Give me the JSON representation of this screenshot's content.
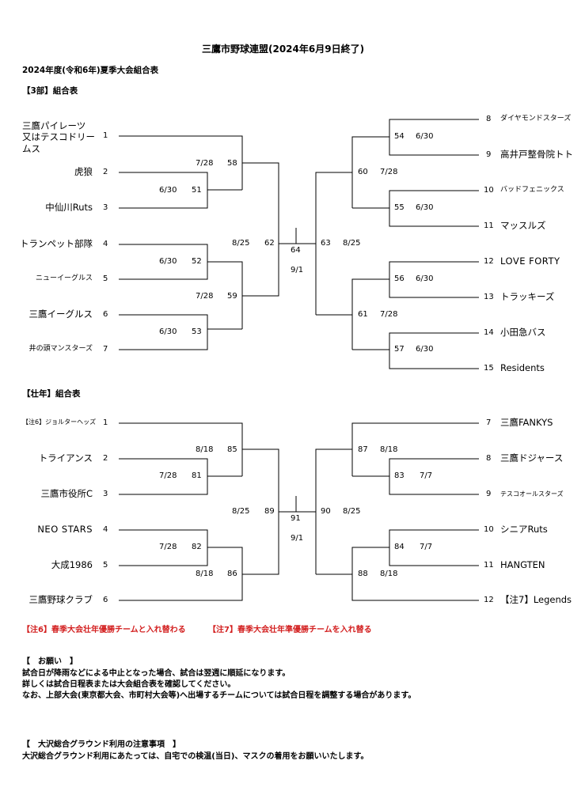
{
  "header": {
    "title": "三鷹市野球連盟(2024年6月9日終了)",
    "subtitle": "2024年度(令和6年)夏季大会組合表"
  },
  "div3": {
    "label": "【3部】組合表",
    "teams": [
      {
        "no": "1",
        "name": "三鷹パイレーツ\n又はテスコドリー\nムス"
      },
      {
        "no": "2",
        "name": "虎狼"
      },
      {
        "no": "3",
        "name": "中仙川Ruts"
      },
      {
        "no": "4",
        "name": "トランペット部隊"
      },
      {
        "no": "5",
        "name": "ニューイーグルス"
      },
      {
        "no": "6",
        "name": "三鷹イーグルス"
      },
      {
        "no": "7",
        "name": "井の頭マンスターズ"
      },
      {
        "no": "8",
        "name": "ダイヤモンドスターズ"
      },
      {
        "no": "9",
        "name": "高井戸整骨院トト"
      },
      {
        "no": "10",
        "name": "バッドフェニックス"
      },
      {
        "no": "11",
        "name": "マッスルズ"
      },
      {
        "no": "12",
        "name": "LOVE FORTY"
      },
      {
        "no": "13",
        "name": "トラッキーズ"
      },
      {
        "no": "14",
        "name": "小田急バス"
      },
      {
        "no": "15",
        "name": "Residents"
      }
    ],
    "games": [
      {
        "no": "51",
        "date": "6/30"
      },
      {
        "no": "52",
        "date": "6/30"
      },
      {
        "no": "53",
        "date": "6/30"
      },
      {
        "no": "58",
        "date": "7/28"
      },
      {
        "no": "59",
        "date": "7/28"
      },
      {
        "no": "62",
        "date": "8/25"
      },
      {
        "no": "54",
        "date": "6/30"
      },
      {
        "no": "55",
        "date": "6/30"
      },
      {
        "no": "56",
        "date": "6/30"
      },
      {
        "no": "57",
        "date": "6/30"
      },
      {
        "no": "60",
        "date": "7/28"
      },
      {
        "no": "61",
        "date": "7/28"
      },
      {
        "no": "63",
        "date": "8/25"
      },
      {
        "no": "64",
        "date": "9/1"
      }
    ]
  },
  "senior": {
    "label": "【壮年】組合表",
    "teams": [
      {
        "no": "1",
        "name": "【注6】ジョルターヘッズ"
      },
      {
        "no": "2",
        "name": "トライアンス"
      },
      {
        "no": "3",
        "name": "三鷹市役所C"
      },
      {
        "no": "4",
        "name": "NEO STARS"
      },
      {
        "no": "5",
        "name": "大成1986"
      },
      {
        "no": "6",
        "name": "三鷹野球クラブ"
      },
      {
        "no": "7",
        "name": "三鷹FANKYS"
      },
      {
        "no": "8",
        "name": "三鷹ドジャース"
      },
      {
        "no": "9",
        "name": "テスコオールスターズ"
      },
      {
        "no": "10",
        "name": "シニアRuts"
      },
      {
        "no": "11",
        "name": "HANGTEN"
      },
      {
        "no": "12",
        "name": "【注7】Legends"
      }
    ],
    "games": [
      {
        "no": "81",
        "date": "7/28"
      },
      {
        "no": "82",
        "date": "7/28"
      },
      {
        "no": "85",
        "date": "8/18"
      },
      {
        "no": "86",
        "date": "8/18"
      },
      {
        "no": "89",
        "date": "8/25"
      },
      {
        "no": "83",
        "date": "7/7"
      },
      {
        "no": "84",
        "date": "7/7"
      },
      {
        "no": "87",
        "date": "8/18"
      },
      {
        "no": "88",
        "date": "8/18"
      },
      {
        "no": "90",
        "date": "8/25"
      },
      {
        "no": "91",
        "date": "9/1"
      }
    ]
  },
  "notes": {
    "note6": "【注6】春季大会壮年優勝チームと入れ替わる",
    "note7": "【注7】春季大会壮年準優勝チームを入れ替る"
  },
  "request": {
    "heading": "【　お願い　】",
    "line1": "試合日が降雨などによる中止となった場合、試合は翌週に順延になります。",
    "line2": "詳しくは試合日程表または大会組合表を確認してください。",
    "line3": "なお、上部大会(東京都大会、市町村大会等)へ出場するチームについては試合日程を調整する場合があります。"
  },
  "ground": {
    "heading": "【　大沢総合グラウンド利用の注意事項　】",
    "line1": "大沢総合グラウンド利用にあたっては、自宅での検温(当日)、マスクの着用をお願いいたします。"
  }
}
